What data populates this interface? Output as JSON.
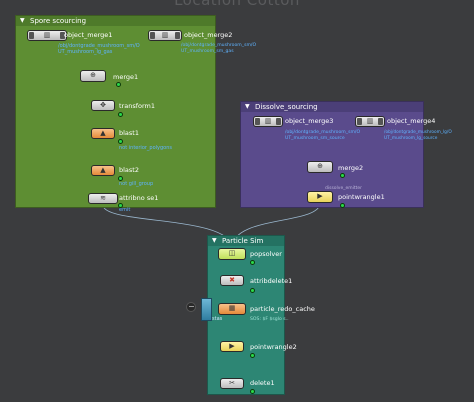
{
  "canvas_title": "Location Cotton",
  "boxes": {
    "spore": {
      "title": "Spore scourcing"
    },
    "dissolve": {
      "title": "Dissolve_sourcing"
    },
    "particle": {
      "title": "Particle Sim"
    }
  },
  "nodes": {
    "object_merge1": {
      "label": "object_merge1",
      "sub1": "/obj/dontgrade_mushroom_sm/O",
      "sub2": "UT_mushroom_lg_gas"
    },
    "object_merge2": {
      "label": "object_merge2",
      "sub1": "/obj/dontgrade_mushroom_sm/O",
      "sub2": "UT_mushroom_sm_gas"
    },
    "merge1": {
      "label": "merge1"
    },
    "transform1": {
      "label": "transform1"
    },
    "blast1": {
      "label": "blast1",
      "sub1": "not interior_polygons"
    },
    "blast2": {
      "label": "blast2",
      "sub1": "not gill_group"
    },
    "attribnoise1": {
      "label": "attribno se1",
      "sub1": "emit"
    },
    "object_merge3": {
      "label": "object_merge3",
      "sub1": "/obj/dontgrade_mushroom_sm/O",
      "sub2": "UT_mushroom_sm_source"
    },
    "object_merge4": {
      "label": "object_merge4",
      "sub1": "/obj/dontgrade_mushroom_lg/O",
      "sub2": "UT_mushroom_lg_source"
    },
    "merge2": {
      "label": "merge2"
    },
    "pointwrangle1": {
      "label": "pointwrangle1",
      "sub_above": "dissolve_emitter"
    },
    "popsolver": {
      "label": "popsolver"
    },
    "attribdelete1": {
      "label": "attribdelete1"
    },
    "particle_redo_cache": {
      "label": "particle_redo_cache",
      "sub1": "SOS: $F $sglo s.."
    },
    "pointwrangle2": {
      "label": "pointwrangle2"
    },
    "delete1": {
      "label": "delete1"
    }
  },
  "sidefile_label": "stas",
  "colors": {
    "spore_box": "#5e8e33",
    "dissolve_box": "#5a4b8c",
    "particle_box": "#2d8674",
    "wire": "#8fb6d8",
    "subtext": "#5fb3ff",
    "display_flag": "#2bd94b"
  }
}
